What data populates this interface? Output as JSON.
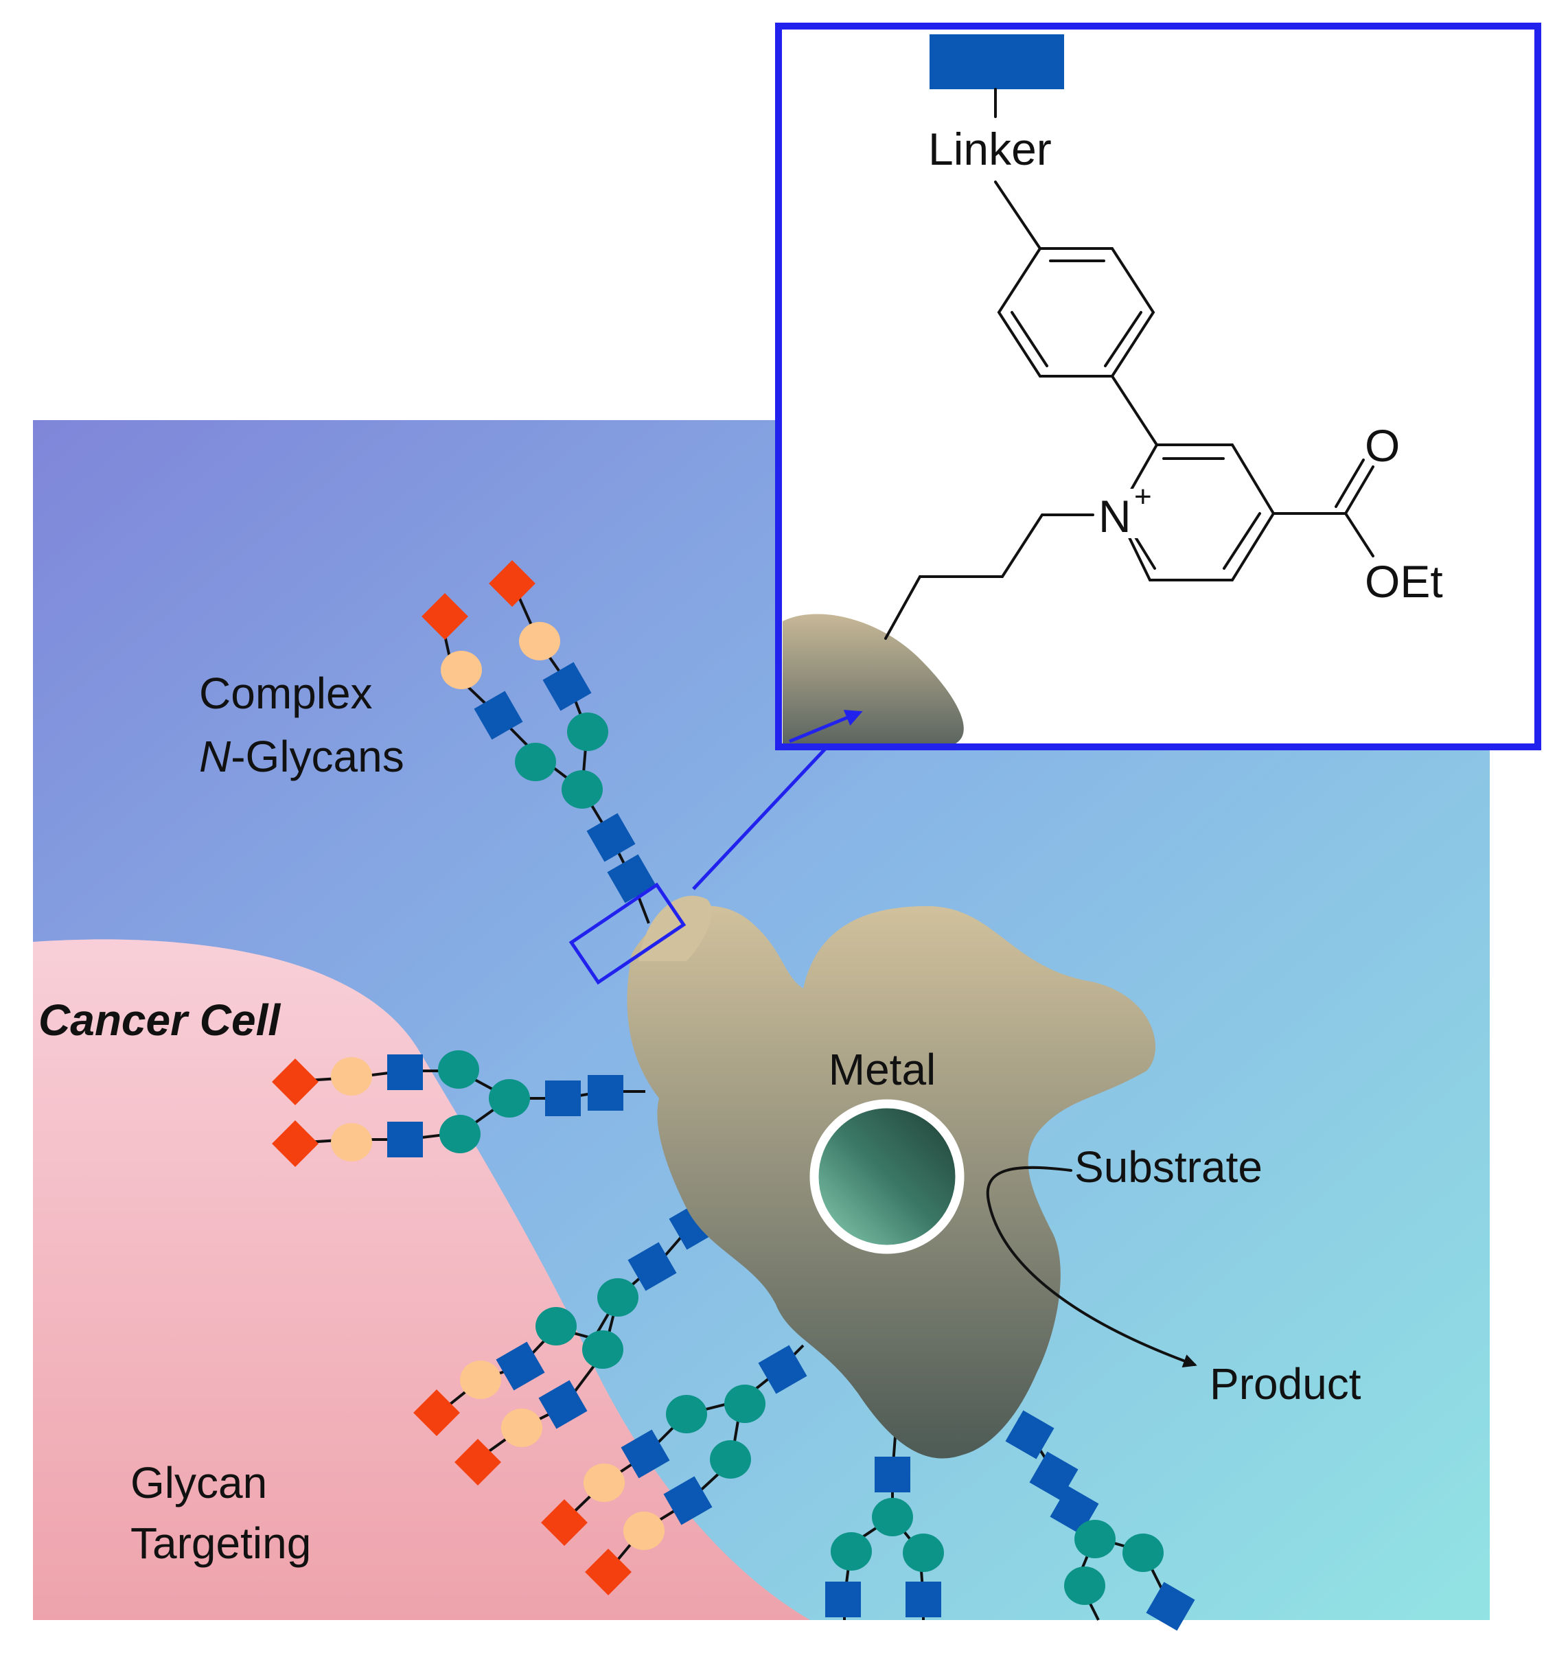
{
  "labels": {
    "complex_line1": "Complex",
    "complex_line2_italic": "N",
    "complex_line2_rest": "-Glycans",
    "cancer_cell": "Cancer Cell",
    "metal": "Metal",
    "substrate": "Substrate",
    "product": "Product",
    "glycan_targeting_line1": "Glycan",
    "glycan_targeting_line2": "Targeting"
  },
  "inset": {
    "linker": "Linker",
    "nitrogen": "N",
    "charge": "+",
    "oxygen": "O",
    "ester": "OEt"
  },
  "colors": {
    "background_top": "#7f86d9",
    "background_bottom": "#92e3e3",
    "cancer_cell_top": "#f8cfd8",
    "cancer_cell_bottom": "#eea3ac",
    "protein_top": "#d1c19c",
    "protein_bottom": "#4d5a55",
    "metal_light": "#8ad2b5",
    "metal_dark": "#1f3d35",
    "inset_border": "#2222ee",
    "sugar_square": "#0b58b4",
    "sugar_circle_teal": "#0c9488",
    "sugar_circle_peach": "#fcc68c",
    "sugar_diamond": "#f4400f"
  },
  "icons": {
    "blue_square": "glcnac-square-icon",
    "teal_circle": "mannose-circle-icon",
    "peach_circle": "galactose-circle-icon",
    "red_diamond": "sialic-acid-diamond-icon"
  }
}
